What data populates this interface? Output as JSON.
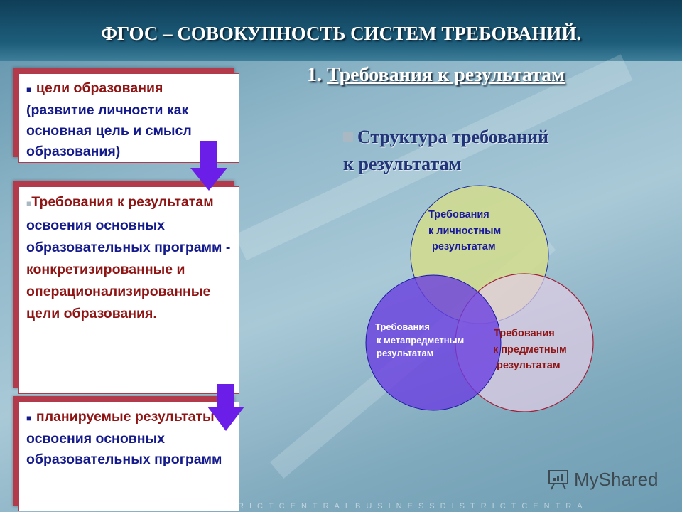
{
  "slide": {
    "title": "ФГОС  – СОВОКУПНОСТЬ СИСТЕМ ТРЕБОВАНИЙ.",
    "subtitle_number": "1. ",
    "subtitle_text": "Требования к результатам",
    "structure_heading_line1": "Структура требований",
    "structure_heading_line2": "к результатам"
  },
  "boxes": [
    {
      "parts": [
        {
          "text": "цели образования",
          "color": "red"
        },
        {
          "text": "(развитие личности как основная цель и смысл образования)",
          "color": "blue"
        }
      ]
    },
    {
      "parts": [
        {
          "text": "Требования к результатам",
          "color": "red"
        },
        {
          "text": "освоения основных образовательных программ -",
          "color": "blue"
        },
        {
          "text": "конкретизированные и операционализированные цели образования.",
          "color": "red"
        }
      ]
    },
    {
      "parts": [
        {
          "text": "планируемые результаты",
          "color": "red"
        },
        {
          "text": "освоения основных образовательных программ",
          "color": "blue"
        }
      ]
    }
  ],
  "venn": {
    "personal": {
      "line1": "Требования",
      "line2": "к личностным",
      "line3": "результатам"
    },
    "meta": {
      "line1": "Требования",
      "line2": "к метапредметным",
      "line3": "результатам"
    },
    "subject": {
      "line1": "Требования",
      "line2": "к предметным",
      "line3": "результатам"
    }
  },
  "colors": {
    "box_border": "#b23a4a",
    "arrow": "#6a1ee8",
    "red_text": "#8f1414",
    "blue_text": "#141a8c",
    "circle_top": "#d2dc8c",
    "circle_left": "#6a3ee0",
    "circle_right": "#e2cde6"
  },
  "watermark": "MyShared",
  "footer_strip": "RICTCENTRALBUSINESSDISTRICTCENTRA"
}
